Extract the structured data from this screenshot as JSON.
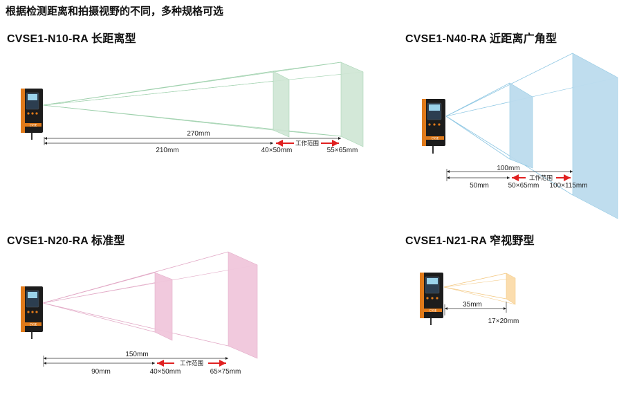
{
  "page_title": "根据检测距离和拍摄视野的不同，多种规格可选",
  "sensor_badge": "CVSE",
  "colors": {
    "green_fill": "#cfe6d4",
    "green_line": "#7cc08e",
    "blue_fill": "#bcdcee",
    "blue_line": "#7ab8dc",
    "pink_fill": "#f1c7dc",
    "pink_line": "#d88ab0",
    "orange_fill": "#fbdcaa",
    "orange_line": "#f0b860",
    "arrow_red": "#e02020"
  },
  "models": [
    {
      "name": "CVSE1-N10-RA 长距离型",
      "dims": {
        "total": "270mm",
        "near": "210mm",
        "near_fov": "40×50mm",
        "far_fov": "55×65mm",
        "range_label": "工作范围"
      }
    },
    {
      "name": "CVSE1-N40-RA 近距离广角型",
      "dims": {
        "total": "100mm",
        "near": "50mm",
        "near_fov": "50×65mm",
        "far_fov": "100×115mm",
        "range_label": "工作范围"
      }
    },
    {
      "name": "CVSE1-N20-RA 标准型",
      "dims": {
        "total": "150mm",
        "near": "90mm",
        "near_fov": "40×50mm",
        "far_fov": "65×75mm",
        "range_label": "工作范围"
      }
    },
    {
      "name": "CVSE1-N21-RA 窄视野型",
      "dims": {
        "distance": "35mm",
        "fov": "17×20mm"
      }
    }
  ]
}
